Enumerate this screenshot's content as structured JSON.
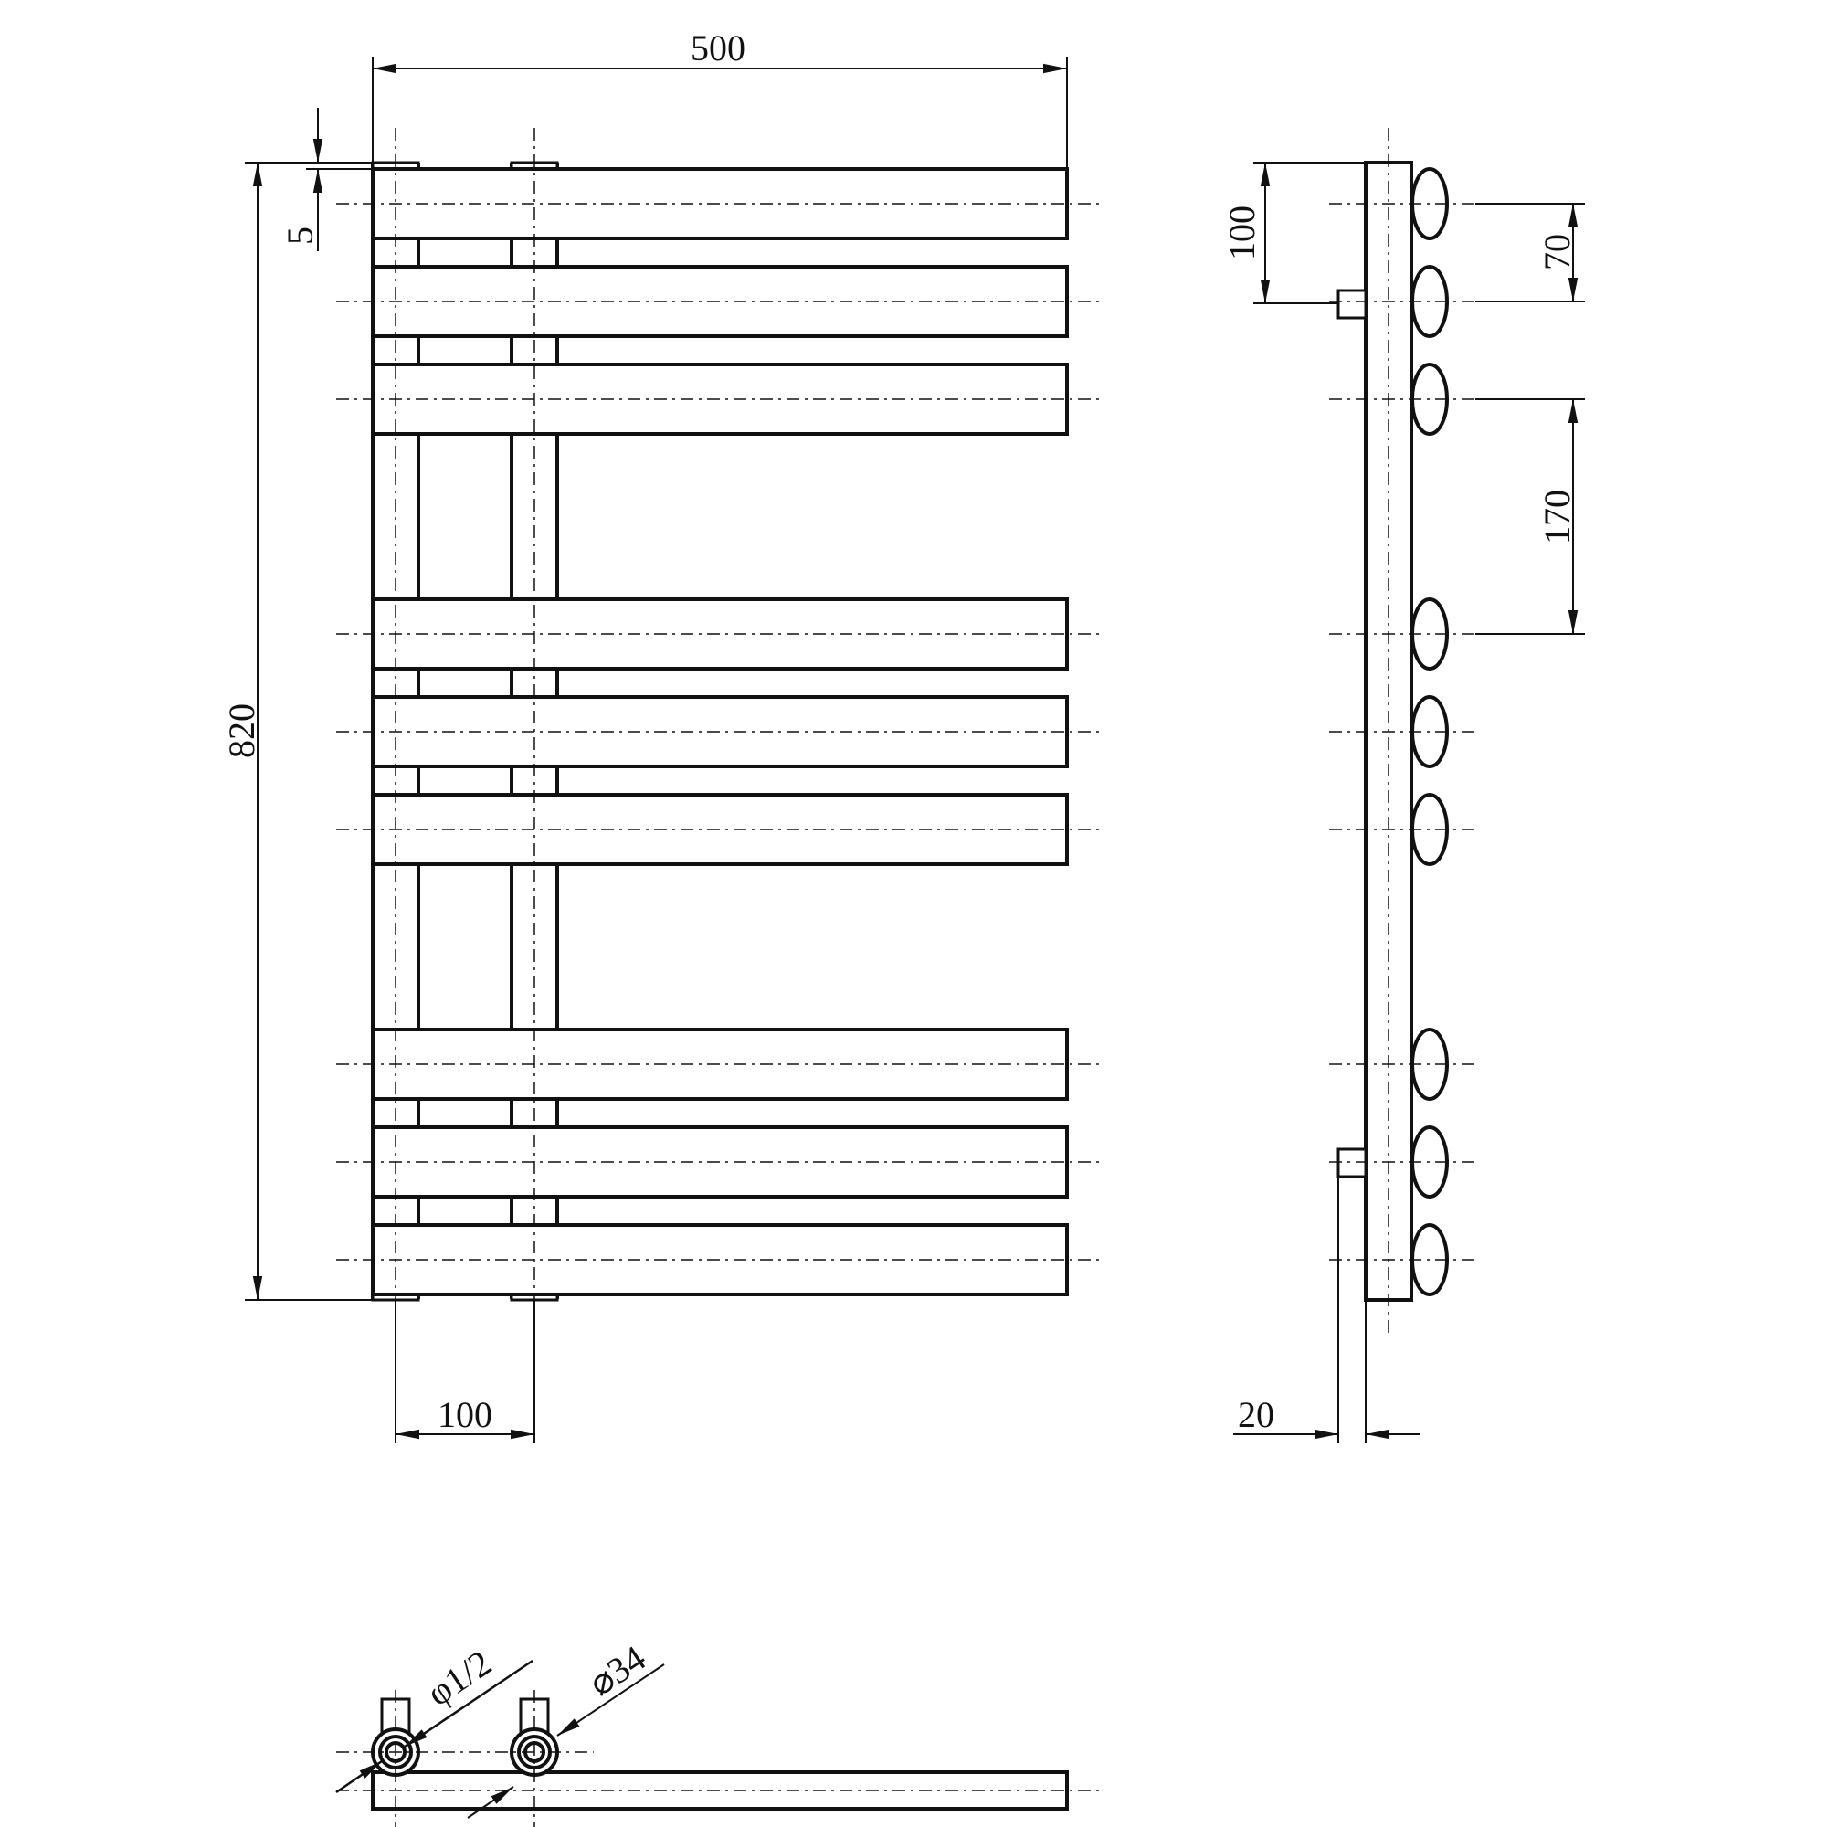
{
  "colors": {
    "line": "#111111",
    "background": "#ffffff"
  },
  "front_view": {
    "width_label": "500",
    "height_label": "820",
    "top_offset_label": "5",
    "tube_spacing_label": "100"
  },
  "side_view": {
    "inlet_offset_label": "100",
    "pitch_label": "70",
    "gap_label": "170",
    "wall_offset_label": "20"
  },
  "bottom_view": {
    "thread_label": "φ1/2",
    "tube_diameter_label": "⌀34"
  }
}
